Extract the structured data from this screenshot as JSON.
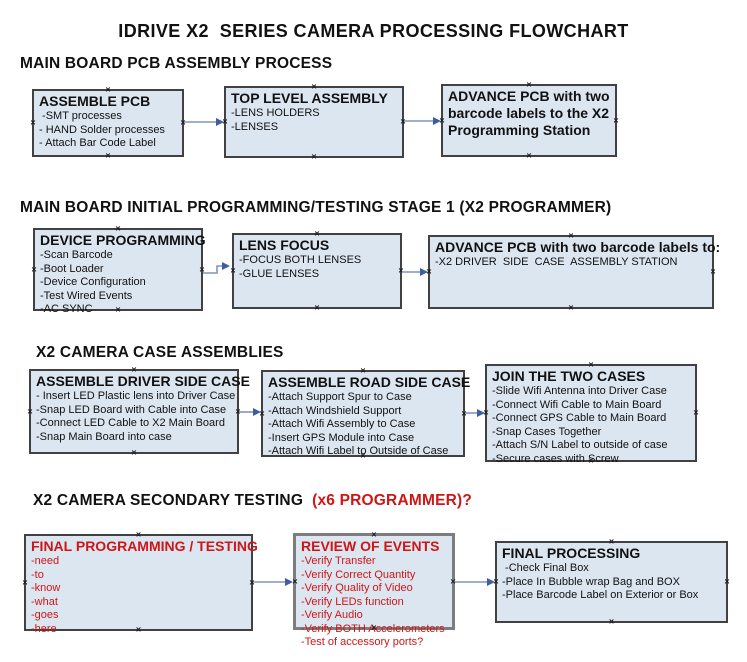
{
  "title": "IDRIVE X2  SERIES CAMERA PROCESSING FLOWCHART",
  "marker_glyph": "×",
  "colors": {
    "page_bg": "#ffffff",
    "text": "#111111",
    "red_text": "#cf1616",
    "box_fill": "#dce6f1",
    "box_border": "#414141",
    "box_border_gray": "#7d7d7d",
    "arrow_line": "#8095ba",
    "arrow_head": "#3f5e9e",
    "marker": "#1c1c1c"
  },
  "sections": [
    {
      "header": "MAIN BOARD PCB ASSEMBLY PROCESS",
      "boxes": [
        {
          "title": "ASSEMBLE PCB",
          "items": [
            " -SMT processes",
            "- HAND Solder processes",
            "- Attach Bar Code Label"
          ]
        },
        {
          "title": "TOP LEVEL ASSEMBLY",
          "items": [
            "-LENS HOLDERS",
            "-LENSES"
          ]
        },
        {
          "title": "ADVANCE PCB with two barcode labels to the X2 Programming Station",
          "items": []
        }
      ]
    },
    {
      "header": "MAIN BOARD INITIAL PROGRAMMING/TESTING STAGE 1 (X2 PROGRAMMER)",
      "boxes": [
        {
          "title": "DEVICE PROGRAMMING",
          "items": [
            "-Scan Barcode",
            "-Boot Loader",
            "-Device Configuration",
            "-Test Wired Events",
            "-AC SYNC"
          ]
        },
        {
          "title": "LENS FOCUS",
          "items": [
            "-FOCUS BOTH LENSES",
            "-GLUE LENSES"
          ]
        },
        {
          "title": "ADVANCE PCB with two barcode labels to:",
          "items": [
            "-X2 DRIVER  SIDE  CASE  ASSEMBLY STATION"
          ]
        }
      ]
    },
    {
      "header": "X2 CAMERA CASE ASSEMBLIES",
      "boxes": [
        {
          "title": "ASSEMBLE DRIVER SIDE CASE",
          "items": [
            "- Insert LED Plastic lens into Driver Case",
            "-Snap LED Board with Cable into Case",
            "-Connect LED Cable to X2 Main Board",
            "-Snap Main Board into case"
          ]
        },
        {
          "title": "ASSEMBLE ROAD SIDE CASE",
          "items": [
            "-Attach Support Spur to Case",
            "-Attach Windshield Support",
            "-Attach Wifi Assembly to Case",
            "-Insert GPS Module into Case",
            "-Attach Wifi Label to Outside of Case"
          ]
        },
        {
          "title": "JOIN THE TWO CASES",
          "items": [
            "-Slide Wifi Antenna into Driver Case",
            "-Connect Wifi Cable to Main Board",
            "-Connect GPS Cable to Main Board",
            "-Snap Cases Together",
            "-Attach S/N Label to outside of case",
            "-Secure cases with Screw"
          ]
        }
      ]
    },
    {
      "header": "X2 CAMERA SECONDARY TESTING",
      "header_suffix_red": "  (x6 PROGRAMMER)?",
      "boxes": [
        {
          "title": "FINAL PROGRAMMING / TESTING",
          "text_color": "red",
          "items": [
            "-need",
            "-to",
            "-know",
            "-what",
            "-goes",
            "-here"
          ]
        },
        {
          "title": "REVIEW OF EVENTS",
          "text_color": "red",
          "items": [
            "-Verify Transfer",
            "-Verify Correct Quantity",
            "-Verify Quality of Video",
            "-Verify LEDs function",
            "-Verify Audio",
            "-Verify BOTH Accelerometers",
            "-Test of accessory ports?"
          ]
        },
        {
          "title": "FINAL PROCESSING",
          "items": [
            " -Check Final Box",
            "-Place In Bubble wrap Bag and BOX",
            "-Place Barcode Label on Exterior or Box"
          ]
        }
      ]
    }
  ]
}
